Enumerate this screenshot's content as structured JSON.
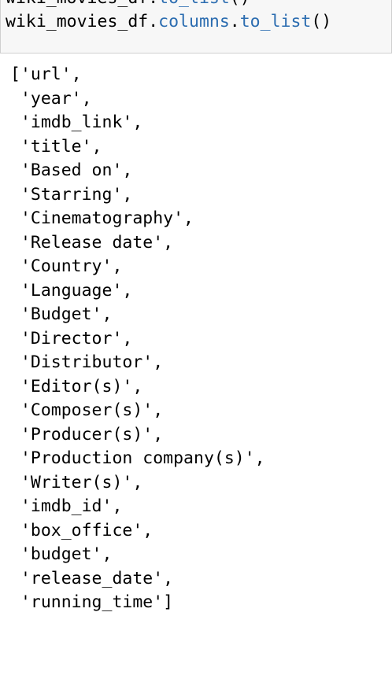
{
  "input_cell": {
    "cut_line": {
      "var": "wiki_movies_df",
      "dot": ".",
      "method": "to_list",
      "call": "()"
    },
    "code": {
      "var": "wiki_movies_df",
      "dot1": ".",
      "attr": "columns",
      "dot2": ".",
      "method": "to_list",
      "call": "()"
    }
  },
  "output_lines": [
    "['url',",
    " 'year',",
    " 'imdb_link',",
    " 'title',",
    " 'Based on',",
    " 'Starring',",
    " 'Cinematography',",
    " 'Release date',",
    " 'Country',",
    " 'Language',",
    " 'Budget',",
    " 'Director',",
    " 'Distributor',",
    " 'Editor(s)',",
    " 'Composer(s)',",
    " 'Producer(s)',",
    " 'Production company(s)',",
    " 'Writer(s)',",
    " 'imdb_id',",
    " 'box_office',",
    " 'budget',",
    " 'release_date',",
    " 'running_time']"
  ]
}
